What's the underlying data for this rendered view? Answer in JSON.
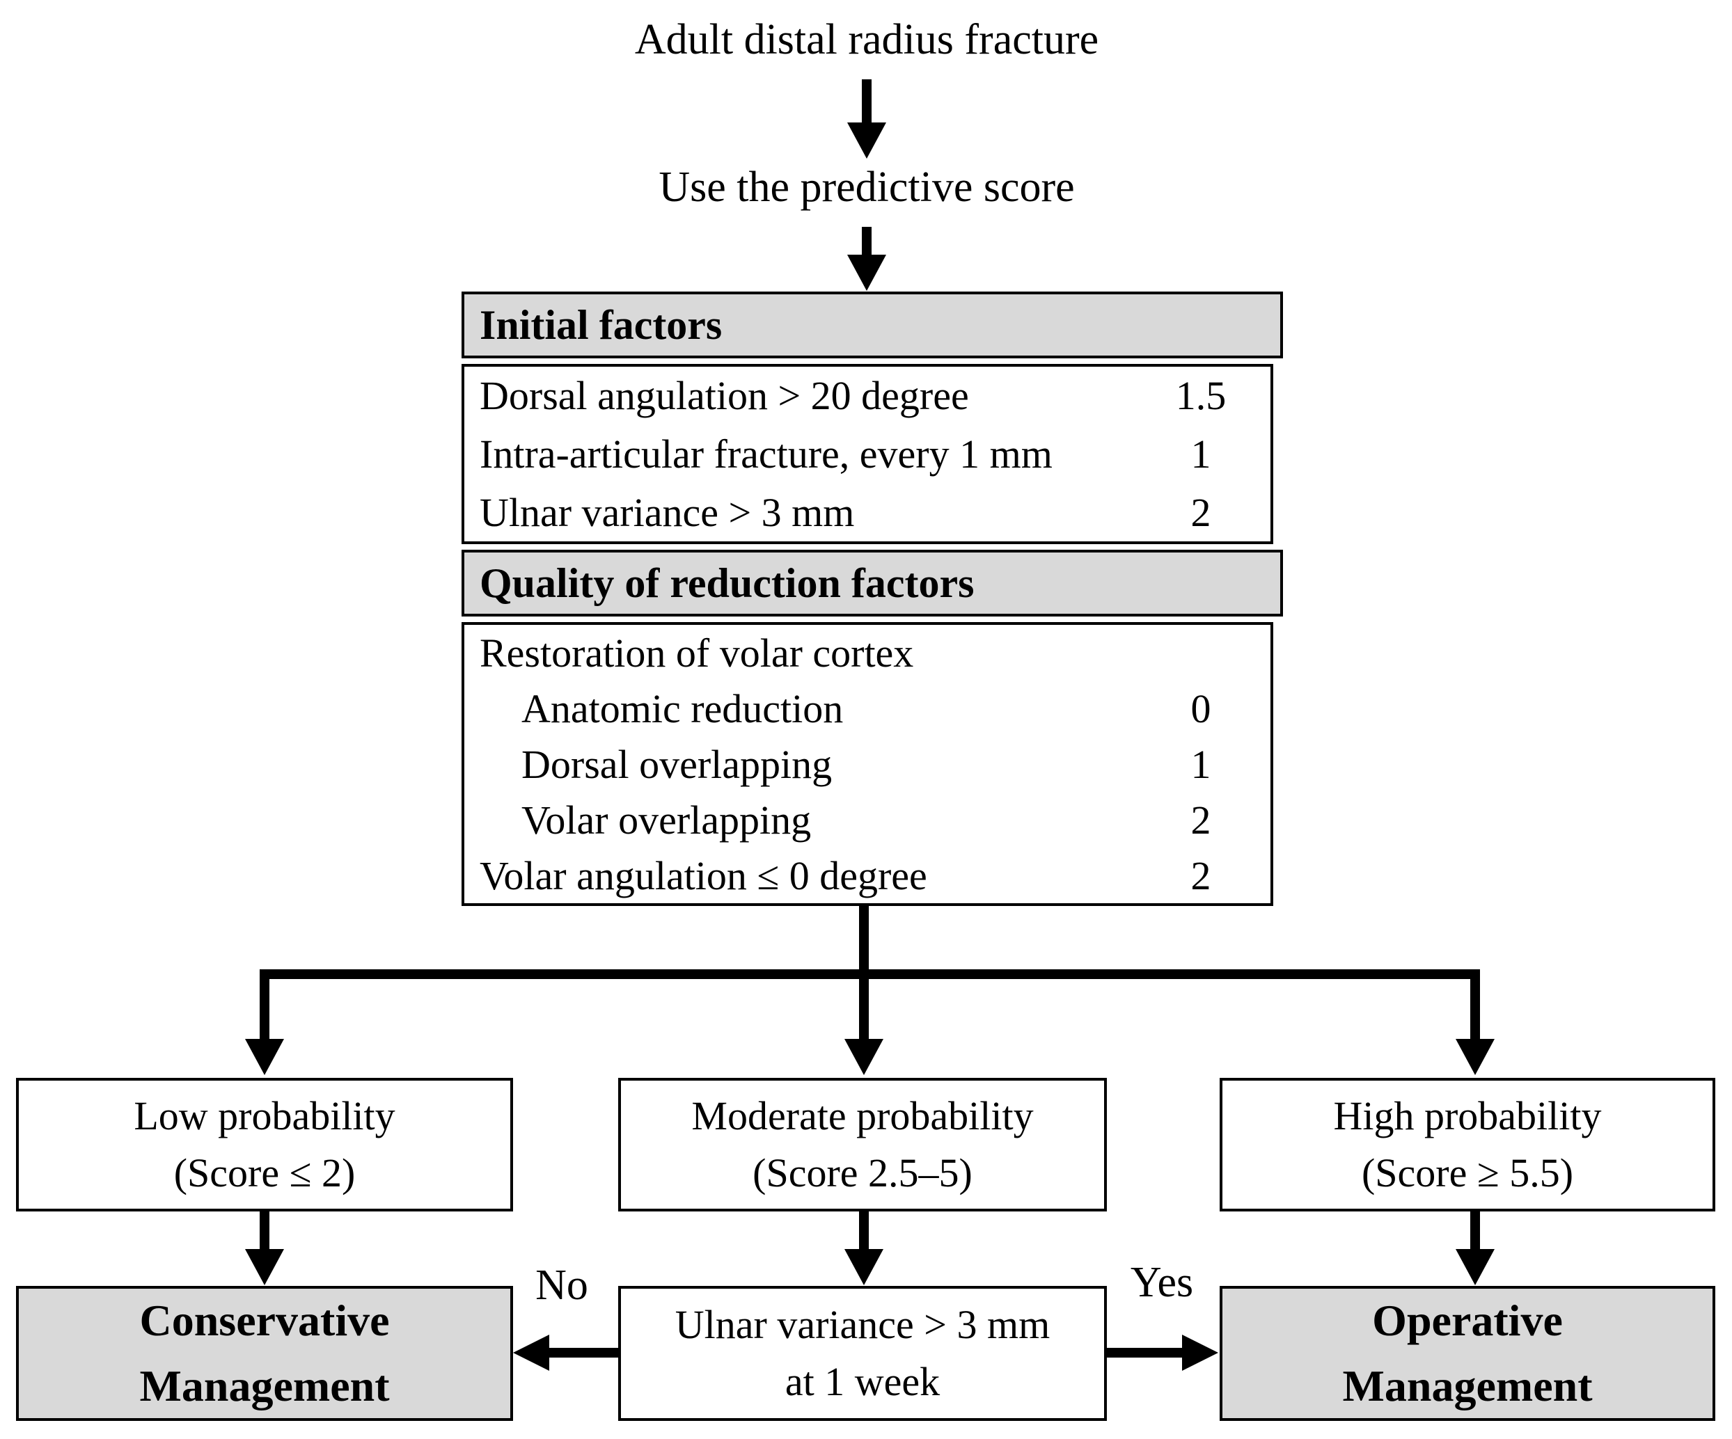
{
  "flow": {
    "title": "Adult distal radius fracture",
    "step": "Use the predictive score"
  },
  "table": {
    "initial_header": "Initial factors",
    "initial_rows": [
      {
        "label": "Dorsal angulation > 20 degree",
        "value": "1.5"
      },
      {
        "label": "Intra-articular fracture, every 1 mm",
        "value": "1"
      },
      {
        "label": "Ulnar variance > 3 mm",
        "value": "2"
      }
    ],
    "quality_header": "Quality of reduction factors",
    "quality_rows": [
      {
        "label": "Restoration of volar cortex",
        "value": ""
      },
      {
        "label": "Anatomic reduction",
        "value": "0"
      },
      {
        "label": "Dorsal overlapping",
        "value": "1"
      },
      {
        "label": "Volar overlapping",
        "value": "2"
      },
      {
        "label": "Volar angulation ≤ 0 degree",
        "value": "2"
      }
    ]
  },
  "outcomes": {
    "low": {
      "line1": "Low probability",
      "line2": "(Score ≤ 2)"
    },
    "moderate": {
      "line1": "Moderate probability",
      "line2": "(Score 2.5–5)"
    },
    "high": {
      "line1": "High probability",
      "line2": "(Score ≥ 5.5)"
    }
  },
  "decision": {
    "question_line1": "Ulnar variance > 3 mm",
    "question_line2": "at 1 week",
    "no_label": "No",
    "yes_label": "Yes"
  },
  "management": {
    "conservative_line1": "Conservative",
    "conservative_line2": "Management",
    "operative_line1": "Operative",
    "operative_line2": "Management"
  },
  "colors": {
    "box_fill_gray": "#d9d9d9",
    "line_black": "#000000",
    "background": "#ffffff"
  }
}
